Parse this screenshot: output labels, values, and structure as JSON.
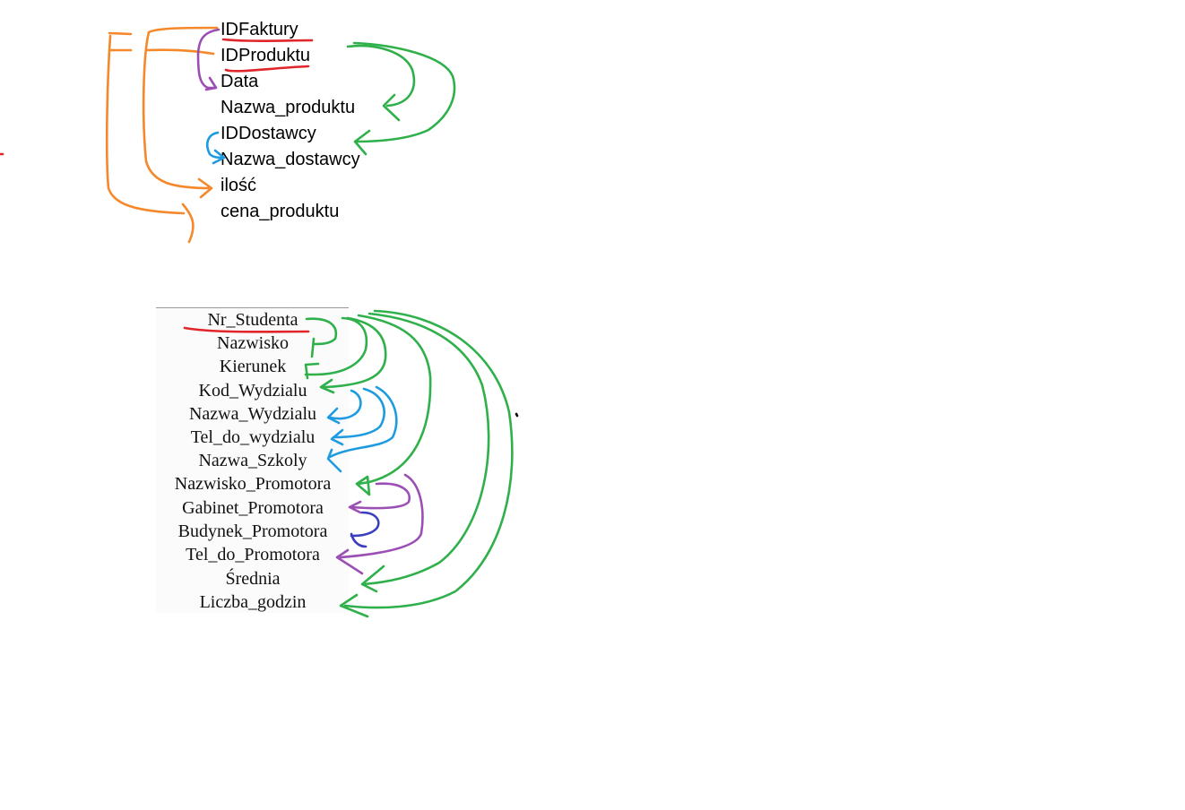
{
  "colors": {
    "orange": "#f5882a",
    "purple": "#9b4fb4",
    "green": "#2fb04b",
    "blue": "#1e9be0",
    "red": "#e0262b",
    "indigo": "#3a3fbf"
  },
  "top_list": {
    "attributes": [
      "IDFaktury",
      "IDProduktu",
      "Data",
      "Nazwa_produktu",
      "IDDostawcy",
      "Nazwa_dostawcy",
      "ilość",
      "cena_produktu"
    ],
    "key_attributes": [
      "IDFaktury",
      "IDProduktu"
    ]
  },
  "bottom_list": {
    "attributes": [
      "Nr_Studenta",
      "Nazwisko",
      "Kierunek",
      "Kod_Wydzialu",
      "Nazwa_Wydzialu",
      "Tel_do_wydzialu",
      "Nazwa_Szkoly",
      "Nazwisko_Promotora",
      "Gabinet_Promotora",
      "Budynek_Promotora",
      "Tel_do_Promotora",
      "Średnia",
      "Liczba_godzin"
    ],
    "key_attributes": [
      "Nr_Studenta"
    ]
  }
}
